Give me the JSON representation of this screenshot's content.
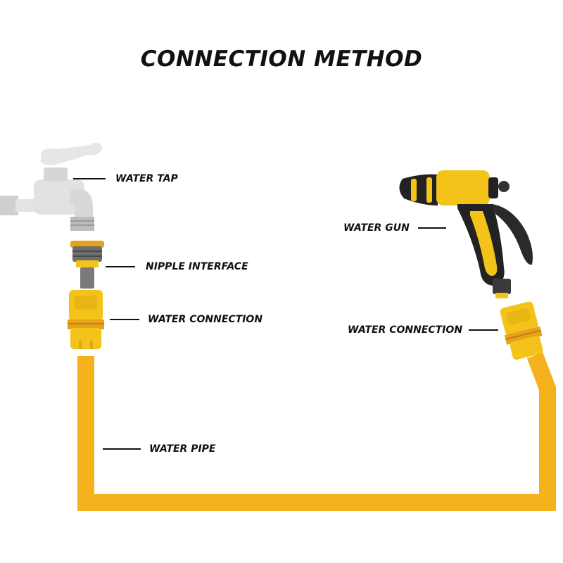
{
  "title": "CONNECTION METHOD",
  "labels": {
    "water_tap": "WATER TAP",
    "nipple_interface": "NIPPLE INTERFACE",
    "water_connection_left": "WATER CONNECTION",
    "water_pipe": "WATER PIPE",
    "water_gun": "WATER GUN",
    "water_connection_right": "WATER CONNECTION"
  },
  "colors": {
    "pipe": "#f6b21c",
    "connector_yellow": "#f3c31a",
    "connector_orange": "#e7a21c",
    "tap_silver": "#dcdcdc",
    "gun_black": "#222222",
    "ink": "#111111"
  }
}
